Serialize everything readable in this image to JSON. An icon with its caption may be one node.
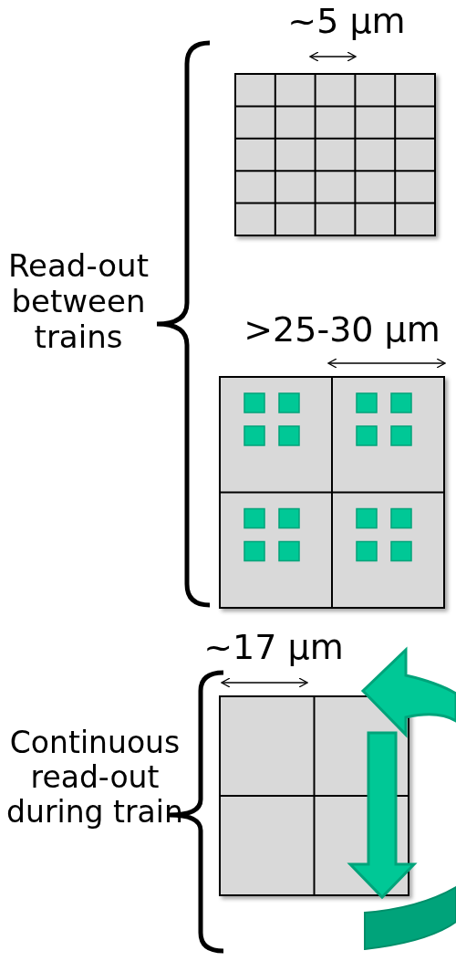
{
  "diagram": {
    "labels": [
      "~5 μm",
      "Read-out between trains",
      ">25-30 μm",
      "~17 μm",
      "Continuous read-out during train"
    ]
  }
}
